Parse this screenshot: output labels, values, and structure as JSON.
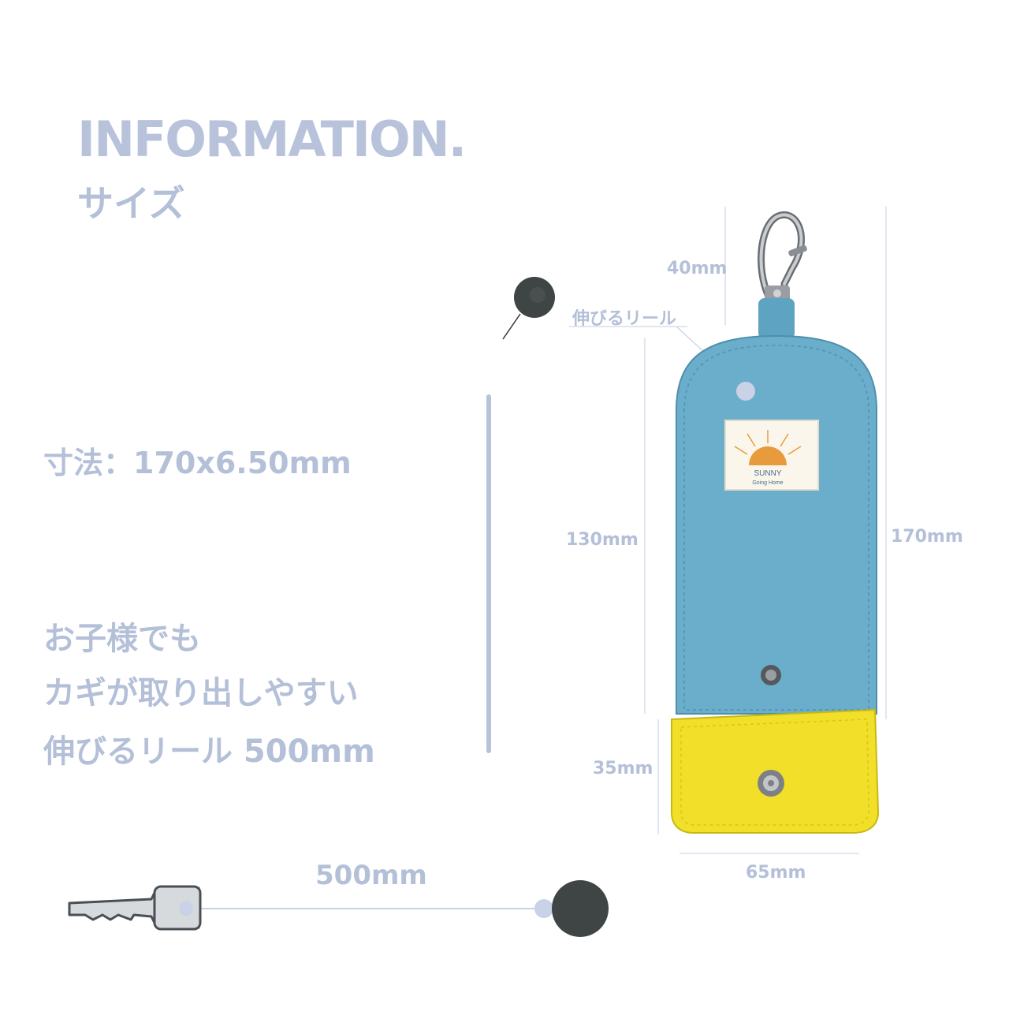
{
  "header": {
    "title": "INFORMATION.",
    "subtitle": "サイズ"
  },
  "specs": {
    "dimensions": "寸法：170x6.50mm",
    "description_line1": "お子様でも",
    "description_line2": "カギが取り出しやすい",
    "description_line3": "伸びるリール 500mm"
  },
  "diagram": {
    "reel_label": "伸びるリール",
    "hook_length": "40mm",
    "body_length": "130mm",
    "total_length": "170mm",
    "flap_length": "35mm",
    "width": "65mm",
    "reel_extension": "500mm",
    "tag_brand": "SUNNY",
    "tag_sub": "Going Home"
  },
  "colors": {
    "accent_text": "#b4c0d8",
    "pouch_blue": "#6aaecb",
    "pouch_yellow": "#f2df2a",
    "reel_dark": "#3f4444"
  }
}
